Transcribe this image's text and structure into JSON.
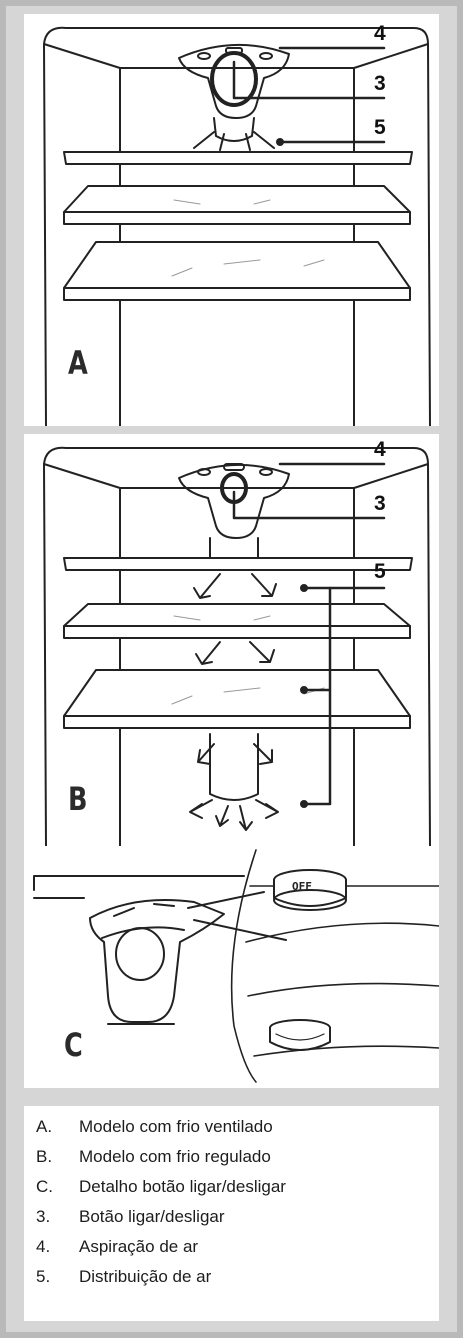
{
  "panel_a": {
    "letter": "A",
    "callouts": [
      "4",
      "3",
      "5"
    ]
  },
  "panel_b": {
    "letter": "B",
    "callouts": [
      "4",
      "3",
      "5"
    ]
  },
  "panel_c": {
    "letter": "C",
    "switch_label": "OFF"
  },
  "legend": {
    "items": [
      {
        "key": "A.",
        "text": "Modelo com frio ventilado"
      },
      {
        "key": "B.",
        "text": "Modelo com frio regulado"
      },
      {
        "key": "C.",
        "text": "Detalho botão ligar/desligar"
      },
      {
        "key": "3.",
        "text": "Botão ligar/desligar"
      },
      {
        "key": "4.",
        "text": "Aspiração de ar"
      },
      {
        "key": "5.",
        "text": "Distribuição de ar"
      }
    ]
  }
}
